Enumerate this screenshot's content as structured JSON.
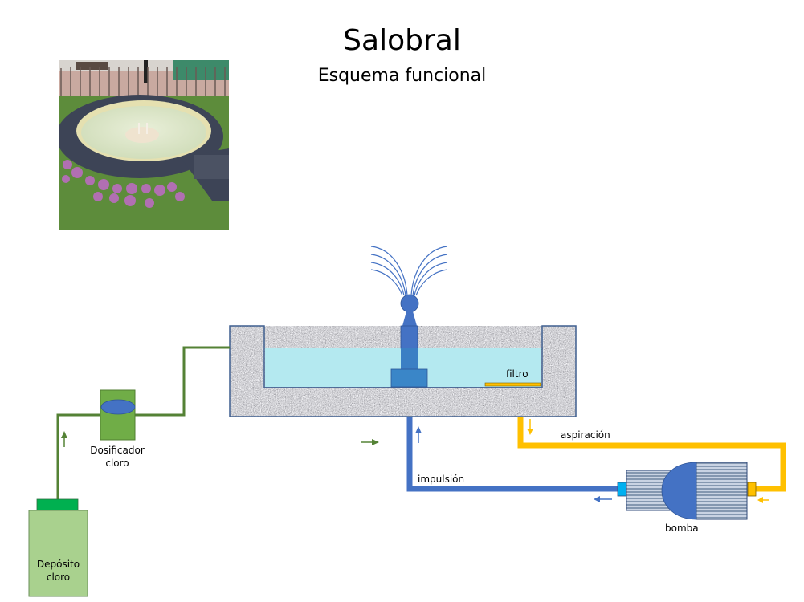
{
  "header": {
    "title": "Salobral",
    "subtitle": "Esquema funcional"
  },
  "photo": {
    "description": "Photo of round fountain with flowers and fence"
  },
  "labels": {
    "filtro": "filtro",
    "aspiracion": "aspiración",
    "impulsion": "impulsión",
    "bomba": "bomba",
    "dosificador_line1": "Dosificador",
    "dosificador_line2": "cloro",
    "deposito_line1": "Depósito",
    "deposito_line2": "cloro"
  },
  "colors": {
    "water": "#b4e9f0",
    "fountain": "#4472c4",
    "fountain_base": "#3a86c8",
    "suction_pipe": "#ffc000",
    "impulsion_pipe": "#4472c4",
    "chlorine_pipe": "#548235",
    "dosifier": "#70ad47",
    "tank": "#a9d18e",
    "tank_cap": "#00b050",
    "pump_body": "#8497b0",
    "pump_outlet": "#00b0f0"
  }
}
